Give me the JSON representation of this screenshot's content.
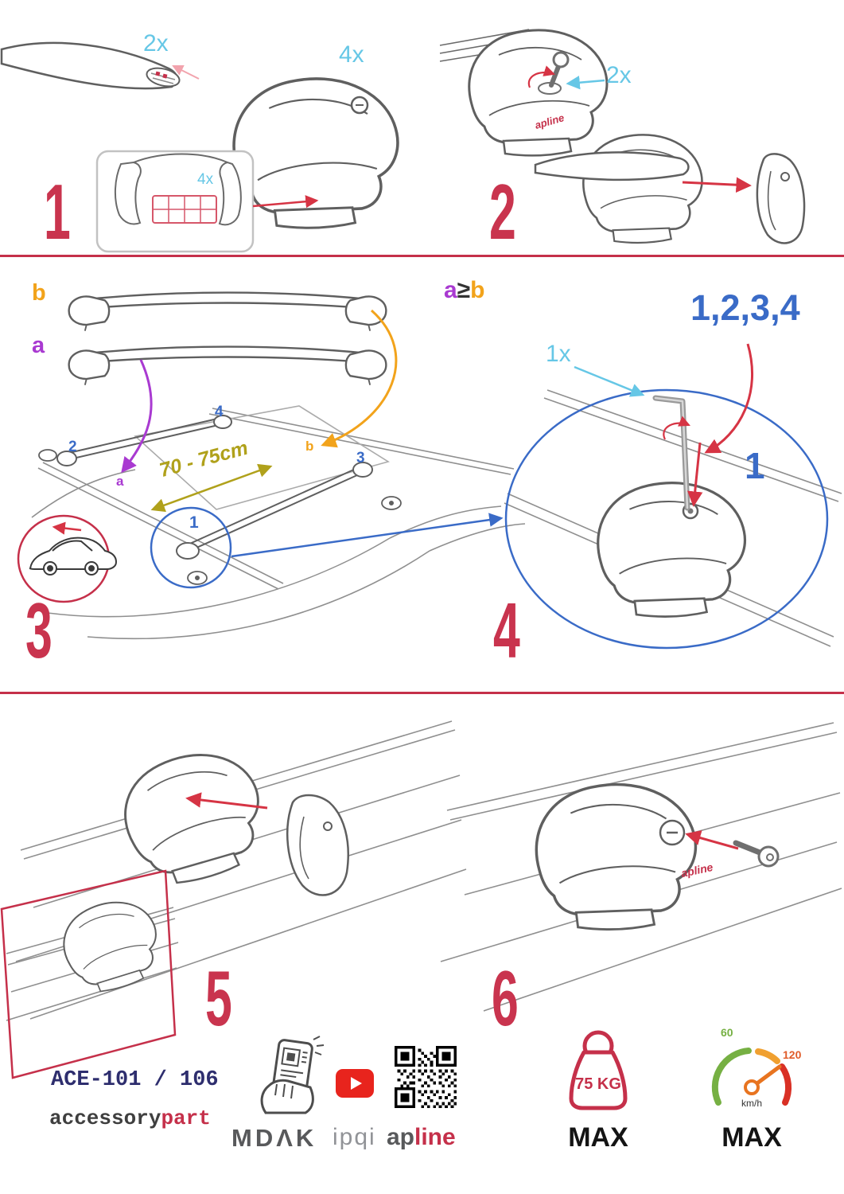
{
  "palette": {
    "page_bg": "#ffffff",
    "step_red": "#c9344e",
    "divider_red": "#c5304a",
    "arrow_red": "#d63444",
    "qty_cyan": "#66c7e6",
    "label_orange": "#f2a31b",
    "label_purple": "#a93ad1",
    "label_blue": "#3a6bc7",
    "measure_olive": "#b0a11b",
    "model_navy": "#2e2e6e",
    "brand_gray": "#58595b",
    "cert_gray": "#919397",
    "youtube_red": "#e8241d",
    "gauge_green": "#76b043",
    "gauge_orange": "#f0a030",
    "gauge_red": "#d93025",
    "drawing_line": "#5f5f5f"
  },
  "steps": {
    "s1": {
      "number": "1",
      "bar_qty": "2x",
      "foot_qty": "4x",
      "pad_qty": "4x"
    },
    "s2": {
      "number": "2",
      "key_qty": "2x",
      "sticker": "apline"
    },
    "s3": {
      "number": "3",
      "bar_b": "b",
      "bar_a": "a",
      "distance": "70 - 75cm",
      "pos_1": "1",
      "pos_2": "2",
      "pos_3": "3",
      "pos_4": "4",
      "pos_a": "a",
      "pos_b": "b"
    },
    "s4": {
      "number": "4",
      "rule_a": "a",
      "rule_op": "≥",
      "rule_b": "b",
      "sequence": "1,2,3,4",
      "tool_qty": "1x",
      "pos_1": "1"
    },
    "s5": {
      "number": "5"
    },
    "s6": {
      "number": "6",
      "sticker": "apline"
    }
  },
  "footer": {
    "model": "ACE-101 / 106",
    "brand_accessory": "accessory",
    "brand_part": "part",
    "app_logo": "MDΛK",
    "cert_logo": "ipqi",
    "apline_ap": "ap",
    "apline_line": "line",
    "weight_limit": "75 KG",
    "weight_max": "MAX",
    "speed_low": "60",
    "speed_high": "120",
    "speed_unit": "km/h",
    "speed_max": "MAX"
  }
}
